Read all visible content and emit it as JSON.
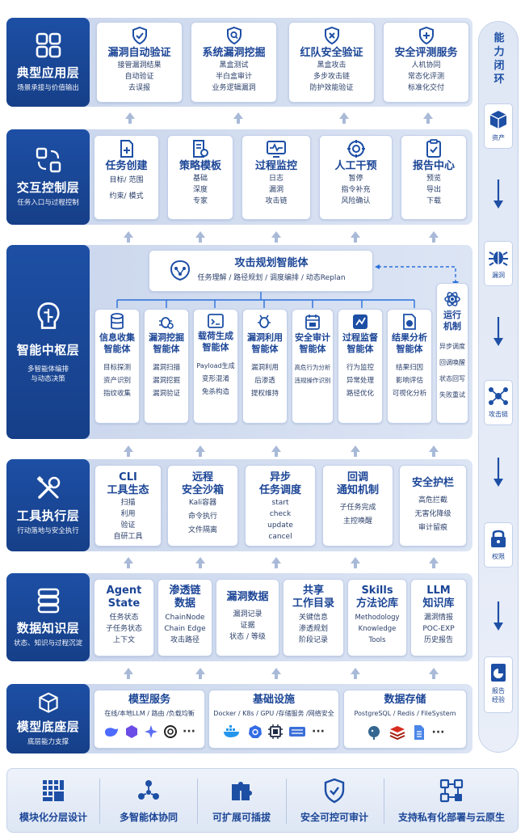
{
  "layers": {
    "application": {
      "title": "典型应用层",
      "subtitle": "场景承接与价值输出",
      "cards": [
        {
          "title": "漏洞自动验证",
          "lines": [
            "接管漏洞结果",
            "自动验证",
            "去误报"
          ]
        },
        {
          "title": "系统漏洞挖掘",
          "lines": [
            "黑盒测试",
            "半白盒审计",
            "业务逻辑漏洞"
          ]
        },
        {
          "title": "红队安全验证",
          "lines": [
            "黑盒攻击",
            "多步攻击链",
            "防护效能验证"
          ]
        },
        {
          "title": "安全评测服务",
          "lines": [
            "人机协同",
            "常态化评测",
            "标准化交付"
          ]
        }
      ]
    },
    "interaction": {
      "title": "交互控制层",
      "subtitle": "任务入口与过程控制",
      "cards": [
        {
          "title": "任务创建",
          "lines": [
            "目标/   范围",
            "约束/   模式"
          ]
        },
        {
          "title": "策略模板",
          "lines": [
            "基础",
            "深度",
            "专家"
          ]
        },
        {
          "title": "过程监控",
          "lines": [
            "日志",
            "漏洞",
            "攻击链"
          ]
        },
        {
          "title": "人工干预",
          "lines": [
            "暂停",
            "指令补充",
            "风险确认"
          ]
        },
        {
          "title": "报告中心",
          "lines": [
            "预览",
            "导出",
            "下载"
          ]
        }
      ]
    },
    "hub": {
      "title": "智能中枢层",
      "subtitle1": "多智能体编排",
      "subtitle2": "与动态决策",
      "planner": {
        "title": "攻击规划智能体",
        "desc": "任务理解 / 路径规划 / 调度编排 / 动态Replan"
      },
      "agents": [
        {
          "title1": "信息收集",
          "title2": "智能体",
          "lines": [
            "目标探测",
            "资产识别",
            "指纹收集"
          ]
        },
        {
          "title1": "漏洞挖掘",
          "title2": "智能体",
          "lines": [
            "漏洞扫描",
            "漏洞挖掘",
            "漏洞验证"
          ]
        },
        {
          "title1": "载荷生成",
          "title2": "智能体",
          "lines": [
            "Payload生成",
            "变形混淆",
            "免杀构造"
          ]
        },
        {
          "title1": "漏洞利用",
          "title2": "智能体",
          "lines": [
            "漏洞利用",
            "后渗透",
            "提权维持"
          ]
        },
        {
          "title1": "安全审计",
          "title2": "智能体",
          "lines": [
            "高危行为分析",
            "违规操作识别"
          ]
        },
        {
          "title1": "过程监督",
          "title2": "智能体",
          "lines": [
            "行为监控",
            "异常处理",
            "路径优化"
          ]
        },
        {
          "title1": "结果分析",
          "title2": "智能体",
          "lines": [
            "结果归因",
            "影响评估",
            "可视化分析"
          ]
        }
      ],
      "runtime": {
        "title1": "运行",
        "title2": "机制",
        "lines": [
          "异步调度",
          "回调唤醒",
          "状态回写",
          "失败重试"
        ]
      }
    },
    "tools": {
      "title": "工具执行层",
      "subtitle": "行动落地与安全执行",
      "cards": [
        {
          "title1": "CLI",
          "title2": "工具生态",
          "lines": [
            "扫描",
            "利用",
            "验证",
            "自研工具"
          ]
        },
        {
          "title1": "远程",
          "title2": "安全沙箱",
          "lines": [
            "Kali容器",
            "命令执行",
            "文件隔离"
          ]
        },
        {
          "title1": "异步",
          "title2": "任务调度",
          "lines": [
            "start",
            "check",
            "update",
            "cancel"
          ]
        },
        {
          "title1": "回调",
          "title2": "通知机制",
          "lines": [
            "子任务完成",
            "主控唤醒"
          ]
        },
        {
          "title1": "安全护栏",
          "title2": "",
          "lines": [
            "高危拦截",
            "无害化降级",
            "审计留痕"
          ]
        }
      ]
    },
    "data": {
      "title": "数据知识层",
      "subtitle": "状态、知识与过程沉淀",
      "cards": [
        {
          "title1": "Agent",
          "title2": "State",
          "lines": [
            "任务状态",
            "子任务状态",
            "上下文"
          ]
        },
        {
          "title1": "渗透链",
          "title2": "数据",
          "lines": [
            "ChainNode",
            "Chain Edge",
            "攻击路径"
          ]
        },
        {
          "title1": "漏洞数据",
          "title2": "",
          "lines": [
            "漏洞记录",
            "证据",
            "状态 / 等级"
          ]
        },
        {
          "title1": "共享",
          "title2": "工作目录",
          "lines": [
            "关键信息",
            "渗透规划",
            "阶段记录"
          ]
        },
        {
          "title1": "Skills",
          "title2": "方法论库",
          "lines": [
            "Methodology",
            "Knowledge",
            "Tools"
          ]
        },
        {
          "title1": "LLM",
          "title2": "知识库",
          "lines": [
            "漏洞情报",
            "POC-EXP",
            "历史报告"
          ]
        }
      ]
    },
    "base": {
      "title": "模型底座层",
      "subtitle": "底层能力支撑",
      "groups": [
        {
          "title": "模型服务",
          "desc": "在线/本地LLM / 路由 /负载均衡"
        },
        {
          "title": "基础设施",
          "desc": "Docker / K8s / GPU /存储服务 /网络安全"
        },
        {
          "title": "数据存储",
          "desc": "PostgreSQL / Redis / FileSystem"
        }
      ],
      "ellipsis": "···"
    }
  },
  "rail": {
    "title": [
      "能",
      "力",
      "闭",
      "环"
    ],
    "items": [
      {
        "label": "资产",
        "icon": "cube-icon"
      },
      {
        "label": "漏洞",
        "icon": "bug-icon"
      },
      {
        "label": "攻击链",
        "icon": "network-icon"
      },
      {
        "label": "权限",
        "icon": "lock-icon"
      },
      {
        "label1": "报告",
        "label2": "经验",
        "icon": "report-icon"
      }
    ]
  },
  "footer": [
    {
      "label": "模块化分层设计",
      "icon": "modules-icon"
    },
    {
      "label": "多智能体协同",
      "icon": "agents-icon"
    },
    {
      "label": "可扩展可插拔",
      "icon": "puzzle-icon"
    },
    {
      "label": "安全可控可审计",
      "icon": "shield-icon"
    },
    {
      "label": "支持私有化部署与云原生",
      "icon": "cloud-icon"
    }
  ],
  "colors": {
    "primary": "#1d4fa5",
    "accent": "#2a6fdb",
    "panel": "#dce5f4"
  }
}
